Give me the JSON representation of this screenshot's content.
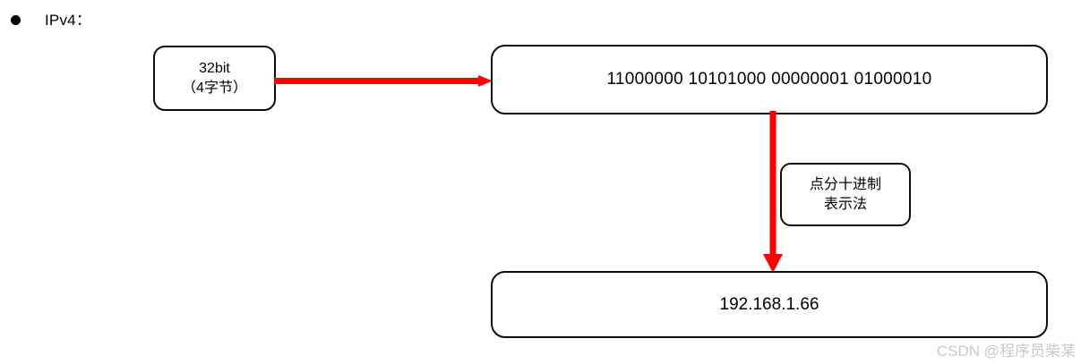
{
  "page": {
    "background_color": "#ffffff",
    "accent_color": "#ff0000",
    "stroke_color": "#0d0d0d"
  },
  "heading": {
    "bullet_icon": "bullet-dot-icon",
    "label": "IPv4："
  },
  "diagram": {
    "type": "flowchart",
    "nodes": [
      {
        "id": "bits",
        "line1": "32bit",
        "line2": "（4字节）"
      },
      {
        "id": "binary",
        "value": "11000000 10101000 00000001 01000010"
      },
      {
        "id": "notation",
        "line1": "点分十进制",
        "line2": "表示法"
      },
      {
        "id": "decimal",
        "value": "192.168.1.66"
      }
    ],
    "connectors": [
      {
        "id": "bits-to-binary",
        "direction": "right",
        "color": "#ff0000"
      },
      {
        "id": "binary-to-decimal",
        "direction": "down",
        "color": "#ff0000"
      }
    ]
  },
  "watermark": {
    "text": "CSDN @程序员柴某"
  }
}
